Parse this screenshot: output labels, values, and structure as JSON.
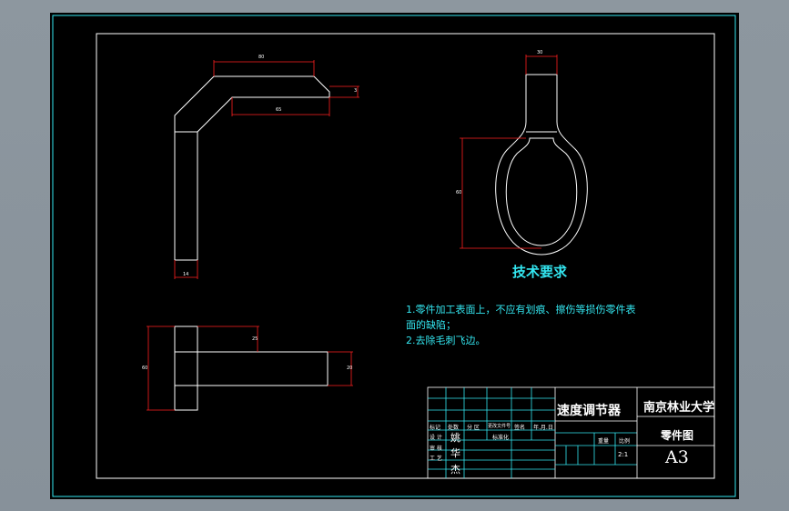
{
  "tech_requirements": {
    "title": "技术要求",
    "line1": "1.零件加工表面上，不应有划痕、擦伤等损伤零件表",
    "line1_cont": "面的缺陷；",
    "line2": "2.去除毛刺飞边。"
  },
  "title_block": {
    "part_name": "速度调节器",
    "school": "南京林业大学",
    "drawing_type": "零件图",
    "sheet_size": "A3",
    "scale": "2:1",
    "hdr_biaoji": "标记",
    "hdr_chushu": "处数",
    "hdr_fenqu": "分 区",
    "hdr_gengwenjian": "更改文件号",
    "hdr_qianming": "签名",
    "hdr_date": "年.月.日",
    "row_sheji": "设 计",
    "row_shenhe": "审 核",
    "row_gongyi": "工 艺",
    "designer_1": "姚",
    "designer_2": "华",
    "designer_3": "杰",
    "standardize": "标准化",
    "hdr_weight": "重量",
    "hdr_scale": "比例"
  },
  "dimensions": {
    "top_length": "80",
    "inner_length": "65",
    "thickness": "3",
    "bottom_width": "14",
    "right_top_width": "30",
    "right_height": "60",
    "front_height": "60",
    "front_step": "25",
    "front_right": "20"
  },
  "colors": {
    "background": "#8a949c",
    "sheet": "#000000",
    "border": "#33e6f0",
    "frame": "#ffffff",
    "dimension": "#ff2020",
    "text": "#33e6f0"
  }
}
